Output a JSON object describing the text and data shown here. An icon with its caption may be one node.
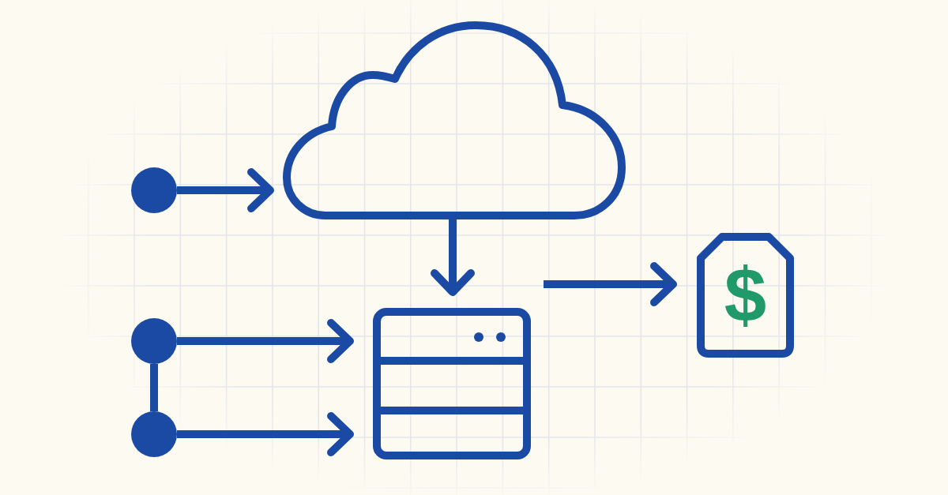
{
  "diagram": {
    "nodes": [
      {
        "text": [],
        "shape": "circle"
      },
      {
        "text": [],
        "shape": "cloud"
      },
      {
        "text": [],
        "shape": "circle"
      },
      {
        "text": [],
        "shape": "circle"
      },
      {
        "text": [],
        "shape": "server"
      },
      {
        "text": [
          "$"
        ]
      }
    ],
    "edges": [
      {
        "from": 0,
        "to": 1,
        "arrow": "to"
      },
      {
        "from": 1,
        "to": 4,
        "arrow": "to"
      },
      {
        "from": 2,
        "to": 4,
        "arrow": "to"
      },
      {
        "from": 3,
        "to": 4,
        "arrow": "to"
      },
      {
        "from": 2,
        "to": 3,
        "arrow": "none"
      },
      {
        "from": 4,
        "to": 5,
        "arrow": "to"
      }
    ]
  }
}
